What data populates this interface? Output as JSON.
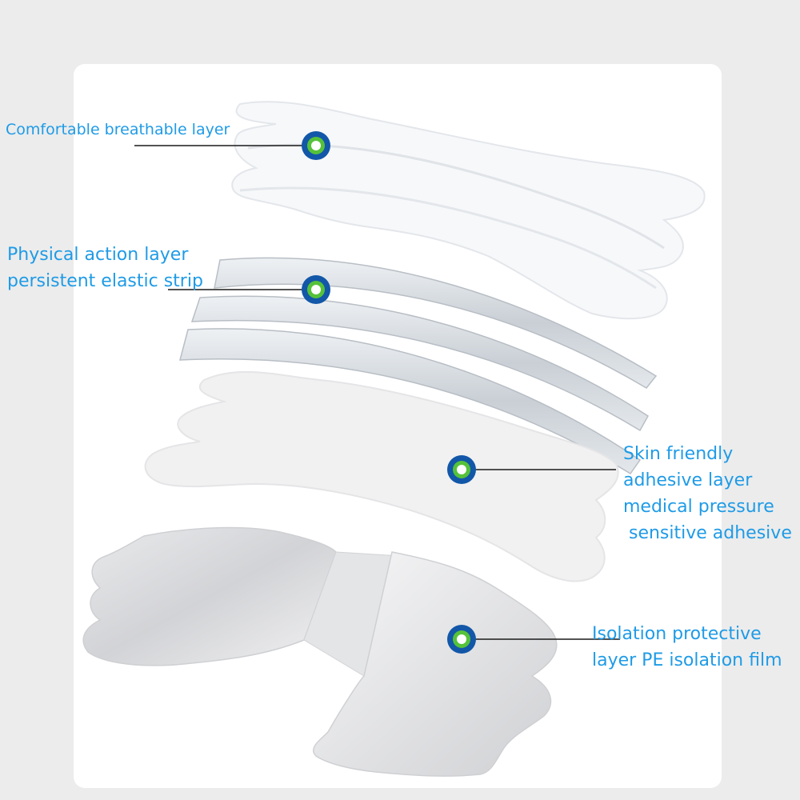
{
  "labels": {
    "breathable": [
      "Comfortable breathable layer"
    ],
    "elastic": [
      "Physical action layer",
      "persistent elastic strip"
    ],
    "adhesive": [
      "Skin friendly",
      "adhesive layer",
      "medical pressure",
      " sensitive adhesive"
    ],
    "isolation": [
      "Isolation protective",
      "layer PE isolation film"
    ]
  },
  "colors": {
    "background": "#ececec",
    "panel": "#ffffff",
    "label_text": "#1f9be6",
    "leader_line": "#1a1a1a",
    "marker_outer": "#1257a8",
    "marker_ring": "#55c23a",
    "marker_center": "#ffffff",
    "breathable_layer": "#f7f8fa",
    "elastic_strip": "#d3d8dd",
    "adhesive_layer": "#f1f1f2",
    "isolation_film": "#d9dadc"
  }
}
